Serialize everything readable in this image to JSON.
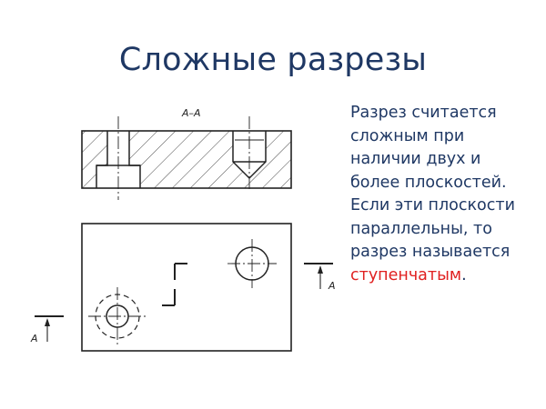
{
  "title": "Сложные разрезы",
  "section_label": "А–А",
  "cut_label_left": "А",
  "cut_label_right": "А",
  "description": {
    "lines": [
      "Разрез считается",
      "сложным при",
      "наличии двух и",
      "более плоскостей.",
      "Если эти плоскости",
      "параллельны, то",
      "разрез называется"
    ],
    "highlight": "ступенчатым",
    "tail": "."
  },
  "colors": {
    "title": "#1f3864",
    "text": "#1f3864",
    "highlight": "#e02020",
    "lines": "#222222"
  }
}
